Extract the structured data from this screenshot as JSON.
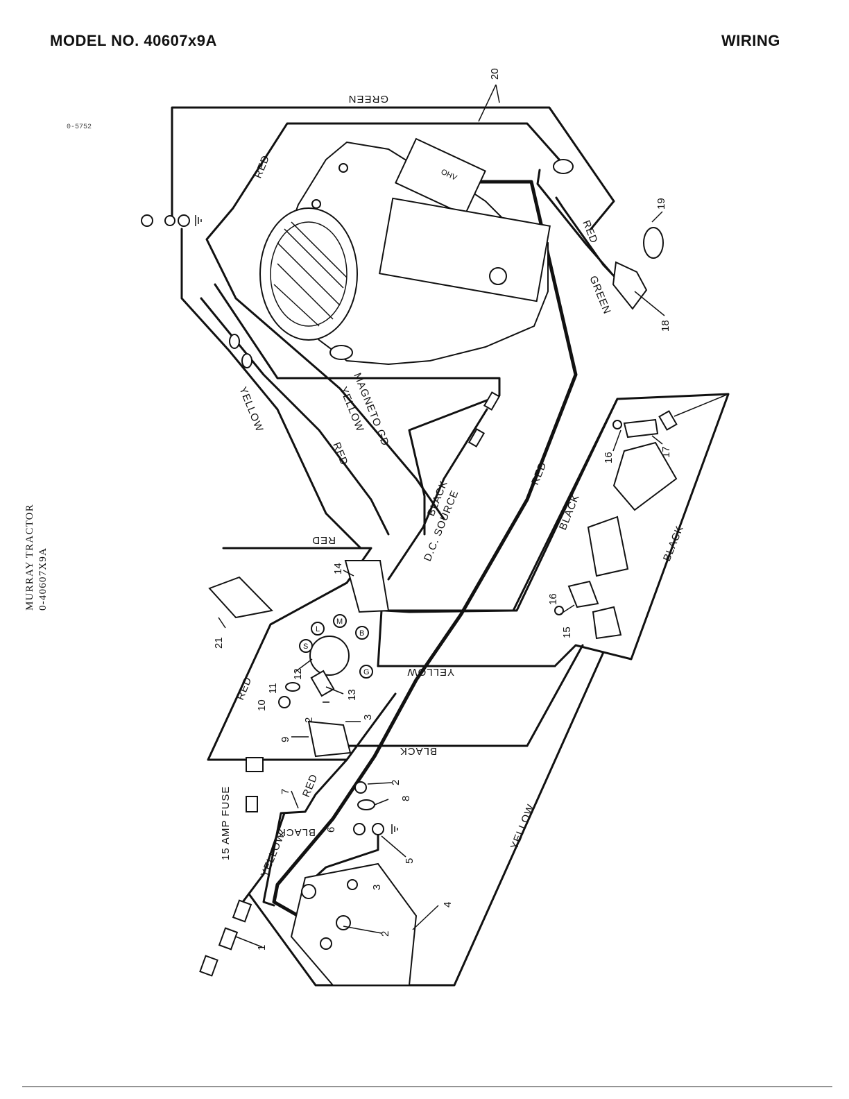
{
  "header": {
    "model": "MODEL NO. 40607x9A",
    "section": "WIRING"
  },
  "drawing_number": "0-5752",
  "side_title": {
    "line1": "MURRAY TRACTOR",
    "line2": "0-40607X9A"
  },
  "wire_labels": {
    "green_top": "GREEN",
    "green_light": "GREEN",
    "red_top": "RED",
    "red_light": "RED",
    "yellow_left": "YELLOW",
    "red_mid": "RED",
    "yellow_magneto": "YELLOW",
    "magneto_gd": "MAGNETO GD",
    "black_source": "BLACK",
    "dc_source": "D.C. SOURCE",
    "red_right": "RED",
    "red_upper": "RED",
    "black_right": "BLACK",
    "black_far_right": "BLACK",
    "yellow_cross": "YELLOW",
    "black_cross": "BLACK",
    "red_panel": "RED",
    "red_fuse": "RED",
    "yellow_lower": "YELLOW",
    "yellow_fuse": "YELLOW",
    "black_battery": "BLACK",
    "fuse": "15 AMP FUSE"
  },
  "ignition_terminals": [
    "S",
    "L",
    "M",
    "B",
    "G"
  ],
  "callouts": [
    "1",
    "2",
    "2",
    "2",
    "3",
    "3",
    "4",
    "5",
    "6",
    "7",
    "8",
    "9",
    "10",
    "11",
    "12",
    "13",
    "14",
    "15",
    "16",
    "16",
    "17",
    "18",
    "19",
    "20",
    "21"
  ]
}
